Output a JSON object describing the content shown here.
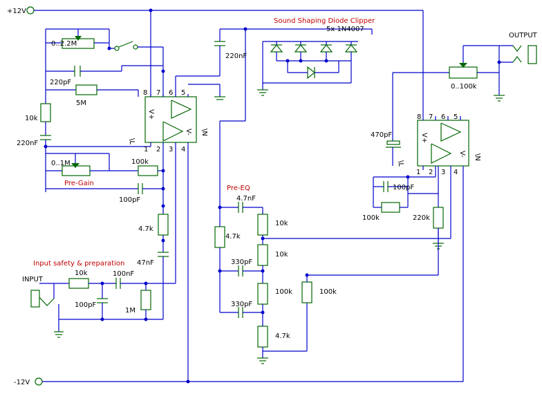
{
  "rails": {
    "pos": "+12V",
    "neg": "-12V"
  },
  "titles": {
    "clipper": "Sound Shaping Diode Clipper",
    "clipper_diodes": "5x 1N4007",
    "pre_eq": "Pre-EQ",
    "input_section": "Input safety & preparation",
    "pregain": "Pre-Gain"
  },
  "io": {
    "input": "INPUT",
    "output": "OUTPUT"
  },
  "components": {
    "pot_top": "0..2.2M",
    "cap_220pF": "220pF",
    "res_5M": "5M",
    "res_10k_left": "10k",
    "cap_220nF_left": "220nF",
    "pot_pregain": "0..1M",
    "res_100k_pregain": "100k",
    "cap_100pF_mid": "100pF",
    "res_4k7_left": "4.7k",
    "cap_47nF": "47nF",
    "res_10k_input": "10k",
    "cap_100nF_input": "100nF",
    "cap_100pF_input": "100pF",
    "res_1M": "1M",
    "cap_220nF_top": "220nF",
    "cap_4n7_eq": "4.7nF",
    "res_4k7_eq": "4.7k",
    "res_10k_eq1": "10k",
    "cap_330pF_1": "330pF",
    "res_10k_eq2": "10k",
    "cap_330pF_2": "330pF",
    "res_100k_eq": "100k",
    "res_100k_eq2": "100k",
    "res_4k7_eq_bot": "4.7k",
    "cap_470pF": "470pF",
    "cap_100pF_right": "100pF",
    "res_100k_right": "100k",
    "res_220k": "220k",
    "pot_out": "0..100k"
  },
  "ic_left": {
    "pins_top": [
      "8",
      "7",
      "6",
      "5"
    ],
    "pins_bottom": [
      "1",
      "2",
      "3",
      "4"
    ],
    "vplus": "V+",
    "vminus": "V-",
    "vl": "\\L",
    "vn": "\\N"
  },
  "ic_right": {
    "pins_top": [
      "8",
      "7",
      "6",
      "5"
    ],
    "pins_bottom": [
      "1",
      "2",
      "3",
      "4"
    ],
    "vplus": "V+",
    "vminus": "V-",
    "vl": "\\L",
    "vn": "\\N"
  }
}
